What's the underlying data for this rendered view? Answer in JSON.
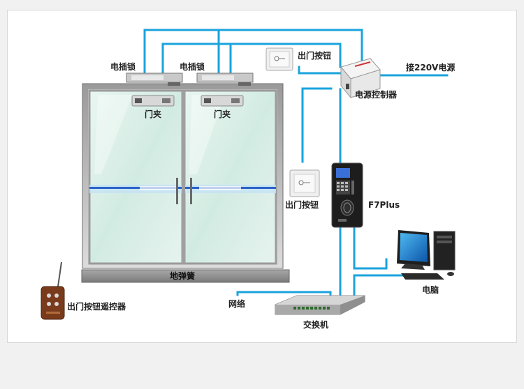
{
  "labels": {
    "lock_left": "电插锁",
    "lock_right": "电插锁",
    "clamp_left": "门夹",
    "clamp_right": "门夹",
    "exit_button_top": "出门按钮",
    "power_source": "接220V电源",
    "power_controller": "电源控制器",
    "exit_button_mid": "出门按钮",
    "device_model": "F7Plus",
    "floor_spring": "地弹簧",
    "computer": "电脑",
    "remote": "出门按钮遥控器",
    "network": "网络",
    "switch": "交换机"
  },
  "colors": {
    "wire": "#1aa3dd",
    "door_frame": "#8c8c8c",
    "glass": "#dcefe8",
    "floor_bar": "#8a8a8a"
  },
  "icons": [
    "electric-lock-icon",
    "door-clamp-icon",
    "exit-button-icon",
    "power-controller-icon",
    "fingerprint-terminal-icon",
    "computer-icon",
    "network-switch-icon",
    "remote-control-icon"
  ]
}
